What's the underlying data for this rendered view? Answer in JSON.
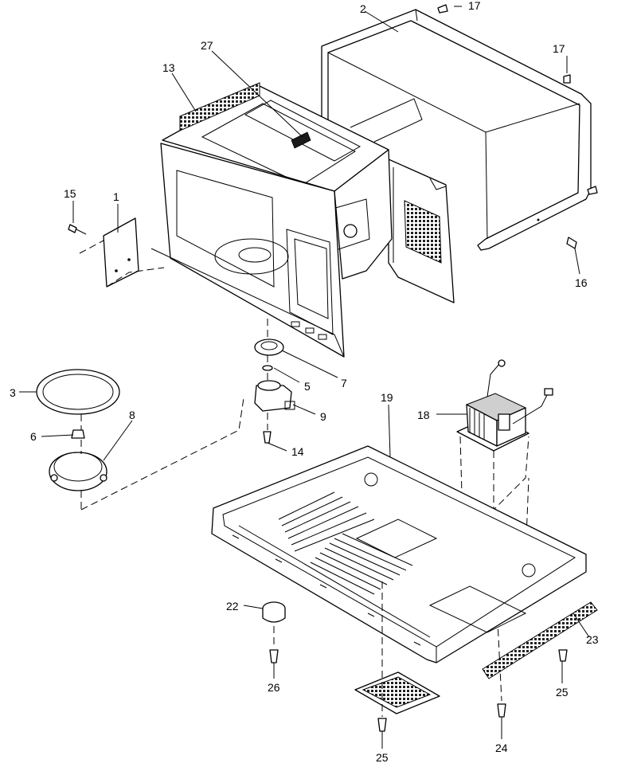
{
  "diagram": {
    "callouts": [
      {
        "id": "c-2",
        "label": "2"
      },
      {
        "id": "c-17a",
        "label": "17"
      },
      {
        "id": "c-17b",
        "label": "17"
      },
      {
        "id": "c-27",
        "label": "27"
      },
      {
        "id": "c-13",
        "label": "13"
      },
      {
        "id": "c-15",
        "label": "15"
      },
      {
        "id": "c-1",
        "label": "1"
      },
      {
        "id": "c-16",
        "label": "16"
      },
      {
        "id": "c-3",
        "label": "3"
      },
      {
        "id": "c-7",
        "label": "7"
      },
      {
        "id": "c-5",
        "label": "5"
      },
      {
        "id": "c-9",
        "label": "9"
      },
      {
        "id": "c-6",
        "label": "6"
      },
      {
        "id": "c-8",
        "label": "8"
      },
      {
        "id": "c-14",
        "label": "14"
      },
      {
        "id": "c-19",
        "label": "19"
      },
      {
        "id": "c-18",
        "label": "18"
      },
      {
        "id": "c-22",
        "label": "22"
      },
      {
        "id": "c-23",
        "label": "23"
      },
      {
        "id": "c-26",
        "label": "26"
      },
      {
        "id": "c-25a",
        "label": "25"
      },
      {
        "id": "c-25b",
        "label": "25"
      },
      {
        "id": "c-24",
        "label": "24"
      }
    ]
  }
}
